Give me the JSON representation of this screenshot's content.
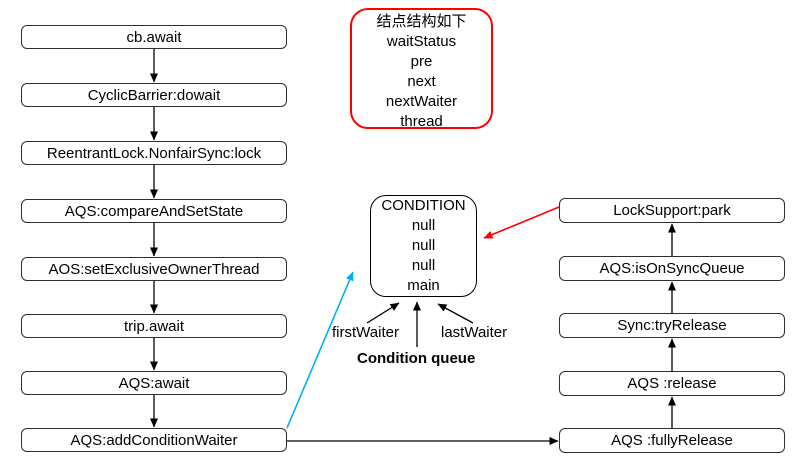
{
  "note_box": {
    "title": "结点结构如下",
    "fields": [
      "waitStatus",
      "pre",
      "next",
      "nextWaiter",
      "thread"
    ]
  },
  "left_flow": [
    "cb.await",
    "CyclicBarrier:dowait",
    "ReentrantLock.NonfairSync:lock",
    "AQS:compareAndSetState",
    "AOS:setExclusiveOwnerThread",
    "trip.await",
    "AQS:await",
    "AQS:addConditionWaiter"
  ],
  "right_flow": [
    "LockSupport:park",
    "AQS:isOnSyncQueue",
    "Sync:tryRelease",
    "AQS :release",
    "AQS :fullyRelease"
  ],
  "condition_box": {
    "title": "CONDITION",
    "fields": [
      "null",
      "null",
      "null",
      "main"
    ]
  },
  "labels": {
    "first_waiter": "firstWaiter",
    "last_waiter": "lastWaiter",
    "condition_queue": "Condition queue"
  },
  "colors": {
    "box_border": "#2e2e2e",
    "note_border": "#ff0000",
    "red_arrow": "#ff0000",
    "cyan_arrow": "#00b0f0",
    "black_arrow": "#000000",
    "text": "#000000"
  }
}
